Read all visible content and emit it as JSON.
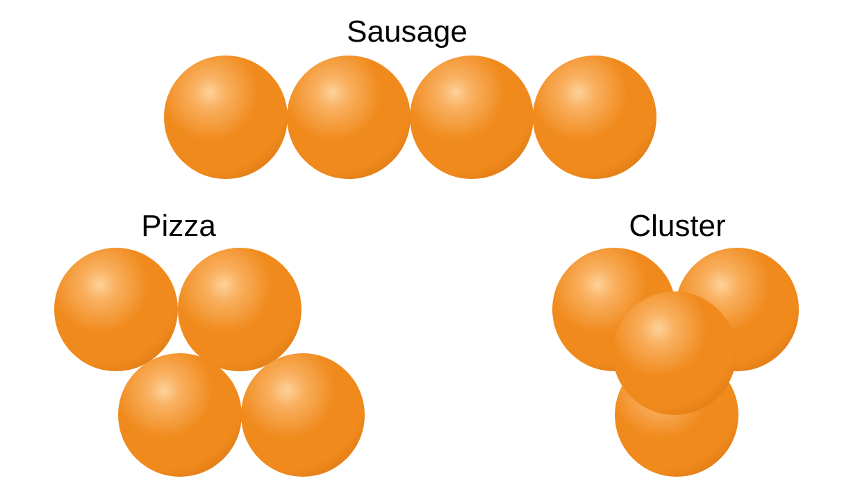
{
  "groups": {
    "sausage": {
      "label": "Sausage",
      "ball_count": 4
    },
    "pizza": {
      "label": "Pizza",
      "ball_count": 4
    },
    "cluster": {
      "label": "Cluster",
      "ball_count": 4
    }
  },
  "colors": {
    "ball_base": "#f08a1c",
    "ball_highlight": "#fdd29a",
    "ball_shadow": "#c96a10",
    "label_text": "#000000",
    "background": "#ffffff"
  }
}
